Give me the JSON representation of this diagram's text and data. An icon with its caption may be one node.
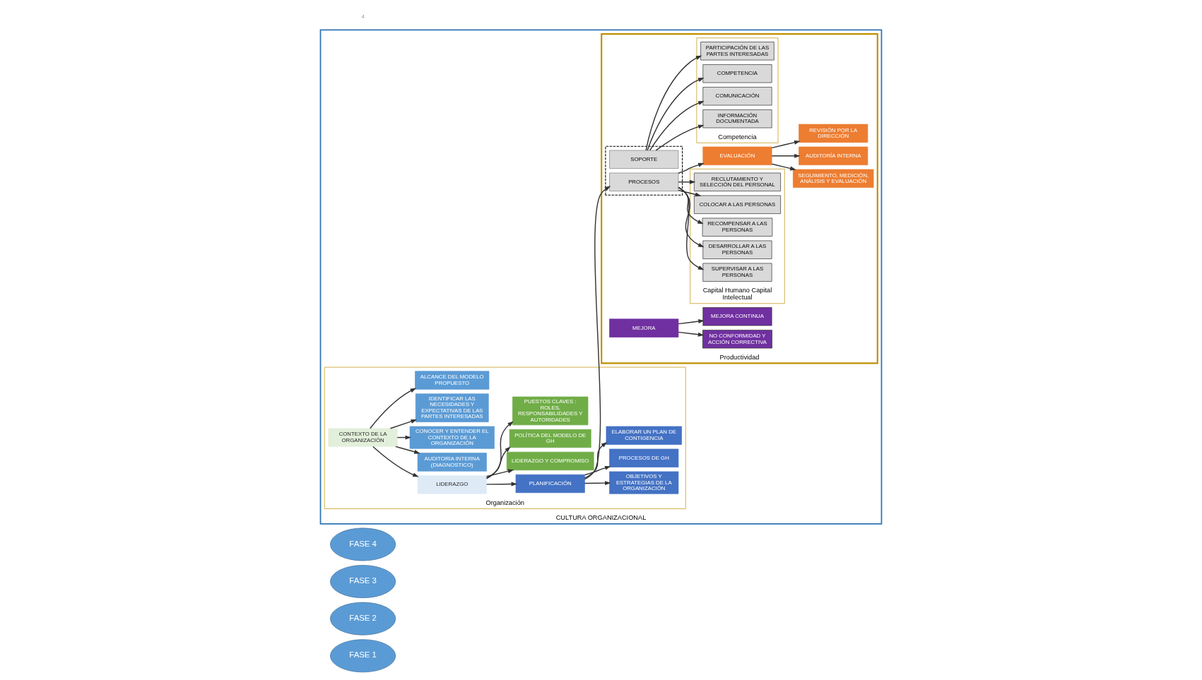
{
  "diagram": {
    "nodes": [
      {
        "text": [
          "FASE 1"
        ]
      },
      {
        "text": [
          "FASE 2"
        ]
      },
      {
        "text": [
          "FASE 3"
        ]
      },
      {
        "text": [
          "FASE 4"
        ]
      },
      {
        "text": [
          "CULTURA ORGANIZACIONAL"
        ]
      },
      {
        "text": [
          "Organización"
        ],
        "in": 4
      },
      {
        "text": [
          "CONTEXTO DE LA ORGANIZACIÓN"
        ],
        "in": 5
      },
      {
        "text": [
          "LIDERAZGO"
        ],
        "in": 5
      },
      {
        "text": [
          "PLANIFICACIÓN"
        ],
        "in": 5
      },
      {
        "text": [
          "AUDITORIA INTERNA (DIAGNOSTICO)"
        ],
        "in": 5
      },
      {
        "text": [
          "CONOCER Y ENTENDER EL CONTEXTO DE LA ORGANIZACIÓN"
        ],
        "in": 5
      },
      {
        "text": [
          "IDENTIFICAR LAS NECESIDADES Y EXPECTATIVAS DE LAS PARTES INTERESADAS"
        ],
        "in": 5
      },
      {
        "text": [
          "ALCANCE DEL MODELO PROPUESTO"
        ],
        "in": 5
      },
      {
        "text": [
          "LIDERAZGO Y COMPROMISO"
        ],
        "in": 5
      },
      {
        "text": [
          "POLÍTICA DEL MODELO DE GH"
        ],
        "in": 5
      },
      {
        "text": [
          "PUESTOS CLAVES : ROLES, RESPONSABILIDADES Y AUTORIDADES"
        ],
        "in": 5
      },
      {
        "text": [
          "OBJETIVOS Y ESTRATEGIAS DE LA ORGANIZACIÓN"
        ],
        "in": 5
      },
      {
        "text": [
          "PROCESOS DE GH"
        ],
        "in": 5
      },
      {
        "text": [
          "ELABORAR UN PLAN DE CONTIGENCIA"
        ],
        "in": 5
      },
      {
        "text": [
          "Productividad"
        ],
        "in": 4
      },
      {
        "text": [],
        "shape": "box",
        "in": 19
      },
      {
        "text": [
          "PROCESOS"
        ],
        "in": 20
      },
      {
        "text": [
          "SOPORTE"
        ],
        "in": 20
      },
      {
        "text": [
          "Competencia"
        ],
        "in": 19
      },
      {
        "text": [
          "PARTICIPACIÓN DE LAS PARTES INTERESADAS"
        ],
        "in": 23
      },
      {
        "text": [
          "COMPETENCIA"
        ],
        "in": 23
      },
      {
        "text": [
          "COMUNICACIÓN"
        ],
        "in": 23
      },
      {
        "text": [
          "INFORMACIÓN DOCUMENTADA"
        ],
        "in": 23
      },
      {
        "text": [
          "Capital Humano Capital Intelectual"
        ],
        "in": 19
      },
      {
        "text": [
          "RECLUTAMIENTO Y SELECCIÓN DEL PERSONAL"
        ],
        "in": 28
      },
      {
        "text": [
          "COLOCAR A LAS PERSONAS"
        ],
        "in": 28
      },
      {
        "text": [
          "RECOMPENSAR A LAS PERSONAS"
        ],
        "in": 28
      },
      {
        "text": [
          "DESARROLLAR A LAS PERSONAS"
        ],
        "in": 28
      },
      {
        "text": [
          "SUPERVISAR A LAS PERSONAS"
        ],
        "in": 28
      },
      {
        "text": [
          "EVALUACIÓN"
        ],
        "in": 19
      },
      {
        "text": [
          "MEJORA"
        ],
        "in": 19
      },
      {
        "text": [
          "SEGUIMIENTO, MEDICIÓN, ANÁLISIS Y EVALUACIÓN"
        ],
        "in": 19
      },
      {
        "text": [
          "AUDITORÍA INTERNA"
        ],
        "in": 19
      },
      {
        "text": [
          "REVISIÓN POR LA DIRECCIÓN"
        ],
        "in": 19
      },
      {
        "text": [
          "NO CONFORMIDAD Y ACCIÓN CORRECTIVA"
        ],
        "in": 19
      },
      {
        "text": [
          "MEJORA CONTINUA"
        ],
        "in": 19
      }
    ],
    "edges": [
      {
        "from": 6,
        "to": 7,
        "arrow": "to"
      },
      {
        "from": 7,
        "to": 8,
        "arrow": "to"
      },
      {
        "from": 8,
        "to": 21,
        "arrow": "to"
      },
      {
        "from": 21,
        "to": 34,
        "arrow": "to"
      },
      {
        "from": 6,
        "to": 9,
        "arrow": "to"
      },
      {
        "from": 6,
        "to": 10,
        "arrow": "to"
      },
      {
        "from": 6,
        "to": 11,
        "arrow": "to"
      },
      {
        "from": 6,
        "to": 12,
        "arrow": "to"
      },
      {
        "from": 7,
        "to": 13,
        "arrow": "to"
      },
      {
        "from": 7,
        "to": 14,
        "arrow": "to"
      },
      {
        "from": 7,
        "to": 15,
        "arrow": "to"
      },
      {
        "from": 8,
        "to": 16,
        "arrow": "to"
      },
      {
        "from": 8,
        "to": 17,
        "arrow": "to"
      },
      {
        "from": 8,
        "to": 18,
        "arrow": "to"
      },
      {
        "from": 22,
        "to": 24,
        "arrow": "to"
      },
      {
        "from": 22,
        "to": 25,
        "arrow": "to"
      },
      {
        "from": 22,
        "to": 26,
        "arrow": "to"
      },
      {
        "from": 22,
        "to": 27,
        "arrow": "to"
      },
      {
        "from": 21,
        "to": 29,
        "arrow": "to"
      },
      {
        "from": 21,
        "to": 30,
        "arrow": "to"
      },
      {
        "from": 21,
        "to": 31,
        "arrow": "to"
      },
      {
        "from": 21,
        "to": 32,
        "arrow": "to"
      },
      {
        "from": 21,
        "to": 33,
        "arrow": "to"
      },
      {
        "from": 34,
        "to": 36,
        "arrow": "to"
      },
      {
        "from": 34,
        "to": 37,
        "arrow": "to"
      },
      {
        "from": 34,
        "to": 38,
        "arrow": "to"
      },
      {
        "from": 35,
        "to": 39,
        "arrow": "to"
      },
      {
        "from": 35,
        "to": 40,
        "arrow": "to"
      }
    ],
    "labels": [
      "4"
    ]
  }
}
